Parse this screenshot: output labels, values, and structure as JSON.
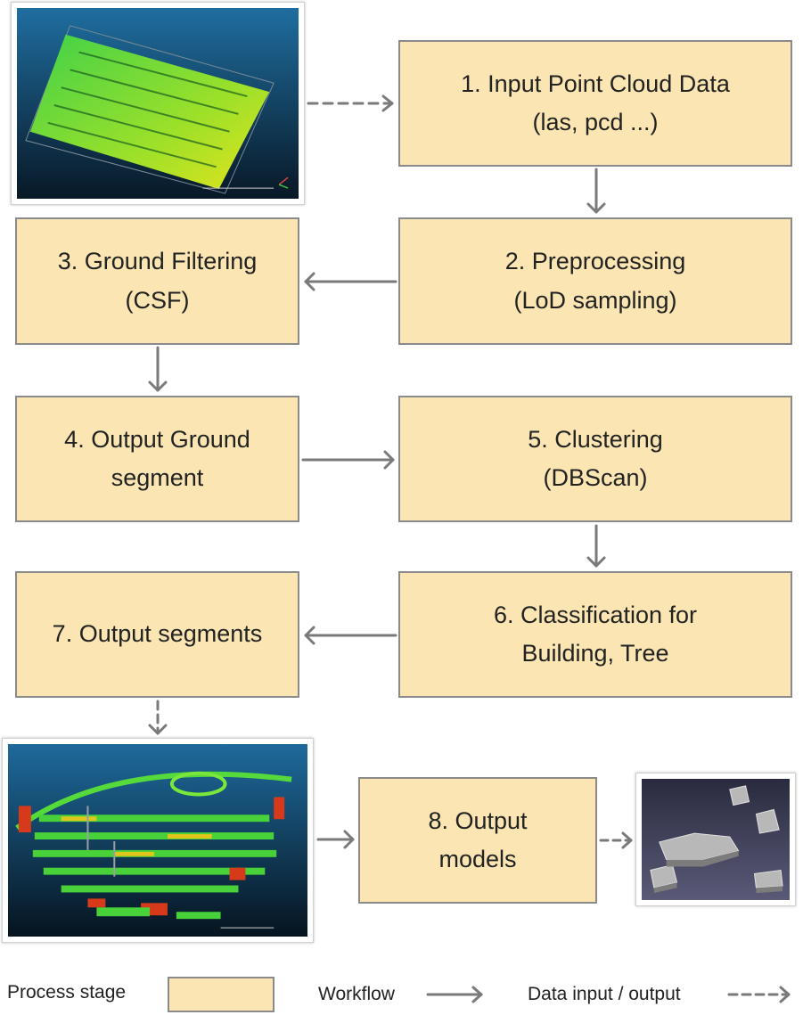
{
  "stages": {
    "s1": {
      "line1": "1. Input Point Cloud Data",
      "line2": "(las, pcd ...)"
    },
    "s2": {
      "line1": "2. Preprocessing",
      "line2": "(LoD sampling)"
    },
    "s3": {
      "line1": "3. Ground Filtering",
      "line2": "(CSF)"
    },
    "s4": {
      "line1": "4. Output Ground",
      "line2": "segment"
    },
    "s5": {
      "line1": "5. Clustering",
      "line2": "(DBScan)"
    },
    "s6": {
      "line1": "6. Classification for",
      "line2": "Building, Tree"
    },
    "s7": {
      "line1": "7. Output segments"
    },
    "s8": {
      "line1": "8. Output",
      "line2": "models"
    }
  },
  "legend": {
    "process_stage": "Process stage",
    "workflow": "Workflow",
    "data_io": "Data input / output"
  },
  "colors": {
    "box_fill": "#fbe6b3",
    "box_border": "#8a8a8a",
    "arrow": "#7a7a7a"
  }
}
